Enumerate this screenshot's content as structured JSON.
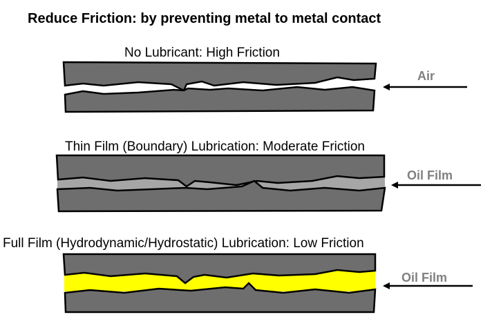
{
  "title": "Reduce Friction:  by preventing metal to metal contact",
  "panels": [
    {
      "caption": "No Lubricant: High Friction",
      "label": "Air"
    },
    {
      "caption": "Thin Film (Boundary) Lubrication: Moderate Friction",
      "label": "Oil Film"
    },
    {
      "caption": "Full Film (Hydrodynamic/Hydrostatic) Lubrication: Low Friction",
      "label": "Oil Film"
    }
  ],
  "colors": {
    "metal": "#6e6e6e",
    "outline": "#000000",
    "air_gap": "#ffffff",
    "boundary_film": "#a6a6a6",
    "full_film": "#ffff00",
    "label_text": "#808080"
  }
}
